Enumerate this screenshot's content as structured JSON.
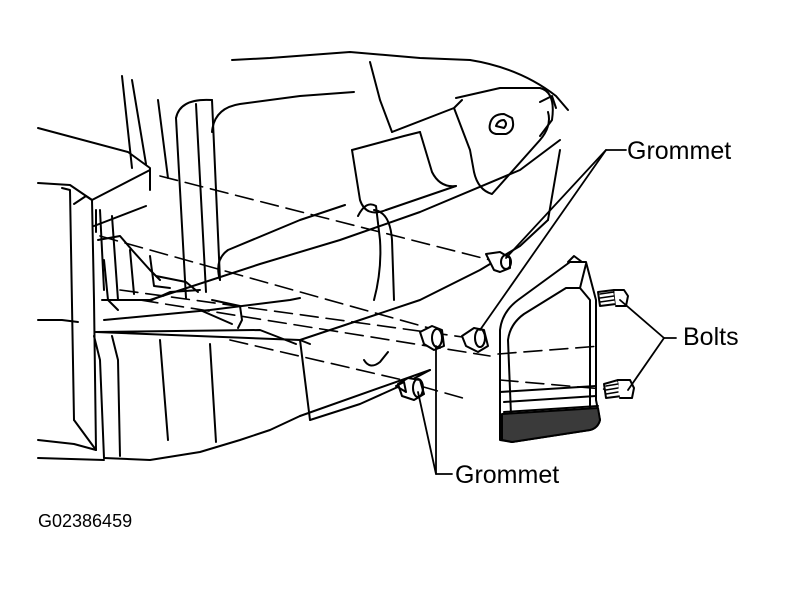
{
  "callouts": {
    "grommet_top": "Grommet",
    "bolts": "Bolts",
    "grommet_bottom": "Grommet"
  },
  "figure_id": "G02386459",
  "colors": {
    "ink": "#000000",
    "paper": "#ffffff",
    "lamp_tint": "#3a3a3a"
  }
}
